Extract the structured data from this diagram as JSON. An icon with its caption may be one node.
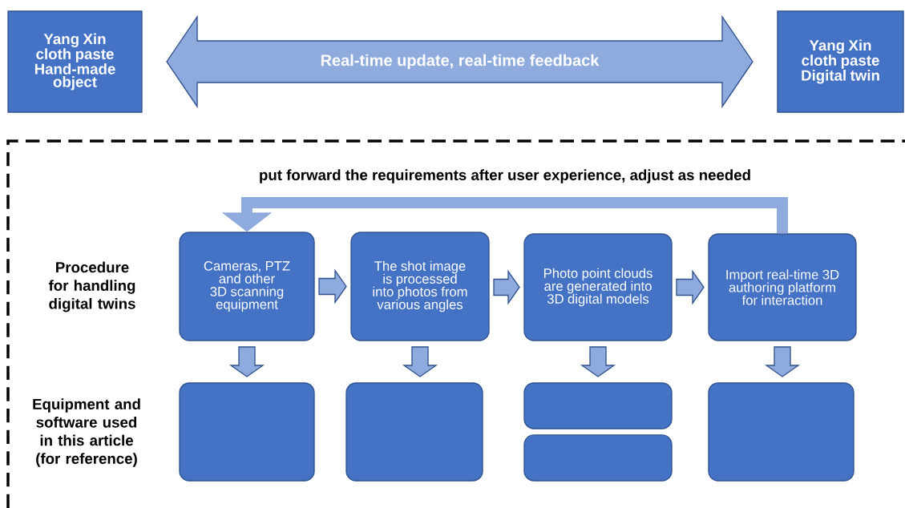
{
  "diagram": {
    "nodes": [
      {
        "text": [
          "Yang Xin cloth paste Hand-made object"
        ]
      },
      {
        "text": [
          "Yang Xin cloth paste Digital twin"
        ]
      },
      {
        "text": [
          "Cameras, PTZ and other 3D scanning equipment"
        ]
      },
      {
        "text": [
          "The shot image is processed into photos from various angles"
        ]
      },
      {
        "text": [
          "Photo point clouds are generated into 3D digital models"
        ]
      },
      {
        "text": [
          "Import real-time 3D authoring platform for interaction"
        ]
      },
      {
        "text": [],
        "shape": "box"
      },
      {
        "text": [],
        "shape": "box"
      },
      {
        "text": [],
        "shape": "box"
      },
      {
        "text": [],
        "shape": "box"
      },
      {
        "text": [],
        "shape": "box"
      }
    ],
    "edges": [
      {
        "from": 0,
        "to": 1,
        "arrow": "both",
        "label": "Real-time update, real-time feedback"
      },
      {
        "from": 2,
        "to": 3,
        "arrow": "to"
      },
      {
        "from": 3,
        "to": 4,
        "arrow": "to"
      },
      {
        "from": 4,
        "to": 5,
        "arrow": "to"
      },
      {
        "from": 5,
        "to": 2,
        "arrow": "to",
        "label": "put forward the requirements after user experience, adjust as needed"
      },
      {
        "from": 2,
        "to": 6,
        "arrow": "to"
      },
      {
        "from": 3,
        "to": 7,
        "arrow": "to"
      },
      {
        "from": 4,
        "to": 8,
        "arrow": "to"
      },
      {
        "from": 5,
        "to": 10,
        "arrow": "to"
      }
    ],
    "labels": [
      "Procedure for handling digital twins",
      "Equipment and software used in this article (for reference)"
    ]
  }
}
